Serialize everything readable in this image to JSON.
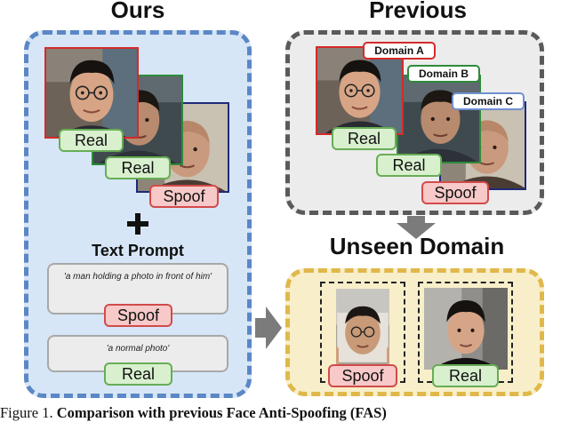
{
  "figure": {
    "ours_title": "Ours",
    "previous_title": "Previous",
    "unseen_title": "Unseen Domain",
    "text_prompt_title": "Text Prompt",
    "plus_symbol": "+",
    "ours_labels": {
      "first": "Real",
      "second": "Real",
      "third": "Spoof"
    },
    "previous_labels": {
      "first": "Real",
      "second": "Real",
      "third": "Spoof"
    },
    "domains": {
      "a": "Domain A",
      "b": "Domain B",
      "c": "Domain C"
    },
    "prompts": {
      "first_text": "'a man holding a photo in front of him'",
      "first_label": "Spoof",
      "second_text": "'a normal photo'",
      "second_label": "Real"
    },
    "unseen_labels": {
      "left": "Spoof",
      "right": "Real"
    }
  },
  "caption": {
    "prefix": "Figure 1. ",
    "bold": "Comparison with previous Face Anti-Spoofing (FAS)"
  },
  "colors": {
    "ours_panel_fill": "#d6e6f7",
    "ours_panel_border": "#5b87c5",
    "previous_panel_fill": "#ececec",
    "previous_panel_border": "#5a5a5a",
    "unseen_panel_fill": "#f8efca",
    "unseen_panel_border": "#e0b84a",
    "real_fill": "#d9f0cf",
    "real_border": "#67ad55",
    "spoof_fill": "#f7c9c9",
    "spoof_border": "#d24b4b",
    "frame_red": "#d42a2a",
    "frame_green": "#2e8b3a",
    "frame_navy": "#1e2a7a",
    "domain_c_border": "#6f8fd0"
  },
  "icons": [
    "plus-icon",
    "down-arrow-icon",
    "right-arrow-icon",
    "face-photo"
  ]
}
